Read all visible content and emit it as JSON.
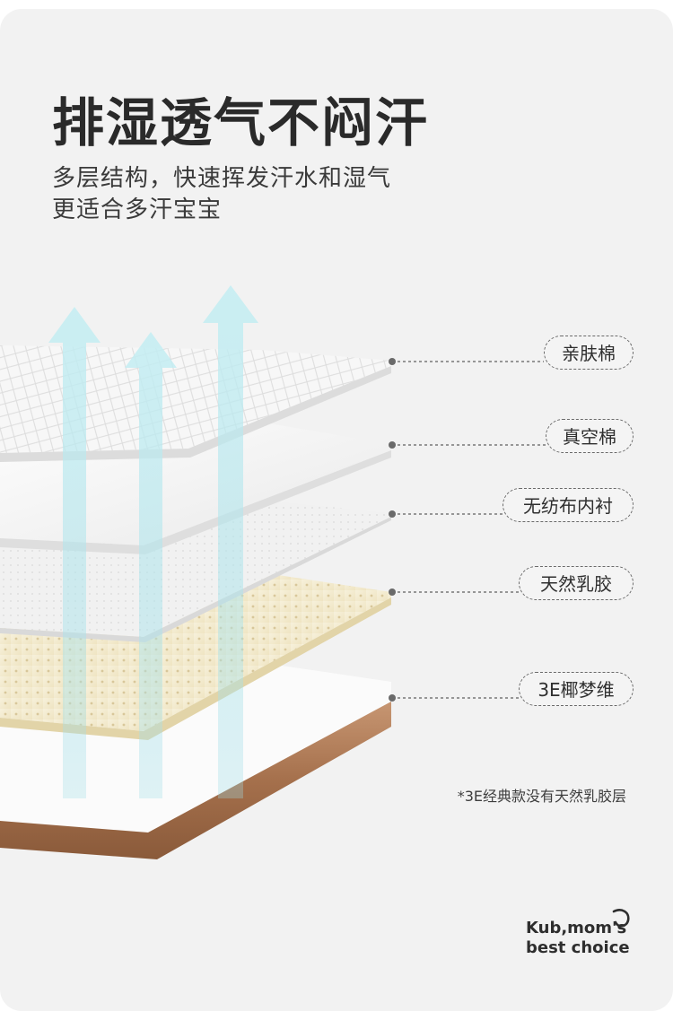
{
  "headline": "排湿透气不闷汗",
  "subtitle_line1": "多层结构，快速挥发汗水和湿气",
  "subtitle_line2": "更适合多汗宝宝",
  "layers": [
    {
      "label": "亲肤棉"
    },
    {
      "label": "真空棉"
    },
    {
      "label": "无纺布内衬"
    },
    {
      "label": "天然乳胶"
    },
    {
      "label": "3E椰梦维"
    }
  ],
  "footnote": "*3E经典款没有天然乳胶层",
  "brand_line1": "Kub,mom's",
  "brand_line2": "best choice",
  "colors": {
    "background": "#f2f2f2",
    "arrow": "#a9e3ea",
    "latex_layer": "#f3ebcf",
    "coir_layer": "#a9734f"
  }
}
